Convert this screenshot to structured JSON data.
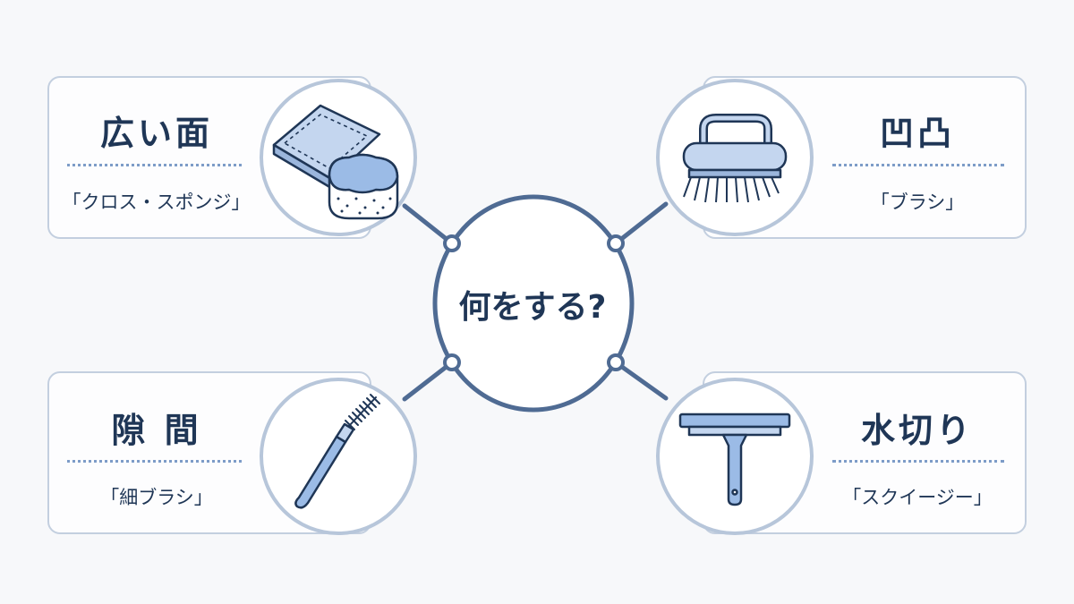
{
  "center": {
    "label": "何をする?"
  },
  "topics": [
    {
      "id": "wide-surface",
      "title": "広い面",
      "subtitle": "「クロス・スポンジ」",
      "icon": "cloth-sponge-icon"
    },
    {
      "id": "uneven",
      "title": "凹凸",
      "subtitle": "「ブラシ」",
      "icon": "scrub-brush-icon"
    },
    {
      "id": "gaps",
      "title": "隙 間",
      "subtitle": "「細ブラシ」",
      "icon": "thin-brush-icon"
    },
    {
      "id": "drain",
      "title": "水切り",
      "subtitle": "「スクイージー」",
      "icon": "squeegee-icon"
    }
  ],
  "colors": {
    "navy": "#1f3656",
    "connector": "#4f6b93",
    "circle_border": "#b7c6da",
    "card_border": "#c3cfdf",
    "icon_fill": "#cfdcf0",
    "dots": "#7d9cc8"
  }
}
